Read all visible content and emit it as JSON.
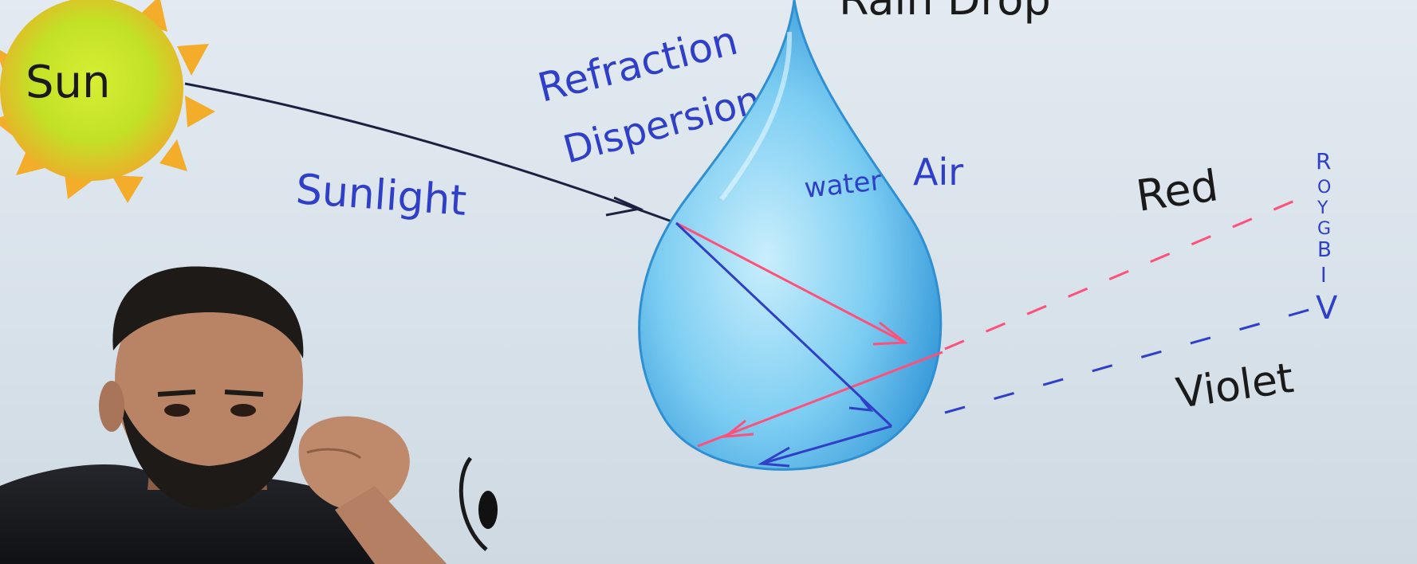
{
  "labels": {
    "sun": "Sun",
    "sunlight": "Sunlight",
    "refraction": "Refraction",
    "dispersion": "Dispersion",
    "raindrop": "Rain Drop",
    "water": "water",
    "air": "Air",
    "red": "Red",
    "violet": "Violet",
    "roygbiv": [
      "R",
      "O",
      "Y",
      "G",
      "B",
      "I",
      "V"
    ]
  },
  "colors": {
    "ink_blue": "#2f3fc8",
    "ink_navy": "#1c2140",
    "ink_red": "#ff4f7a",
    "ink_black": "#1a1a1a",
    "drop_light": "#bfe9fb",
    "drop_dark": "#3aa3df",
    "sun_core": "#c8e62a",
    "sun_rays": "#f6b32c"
  }
}
